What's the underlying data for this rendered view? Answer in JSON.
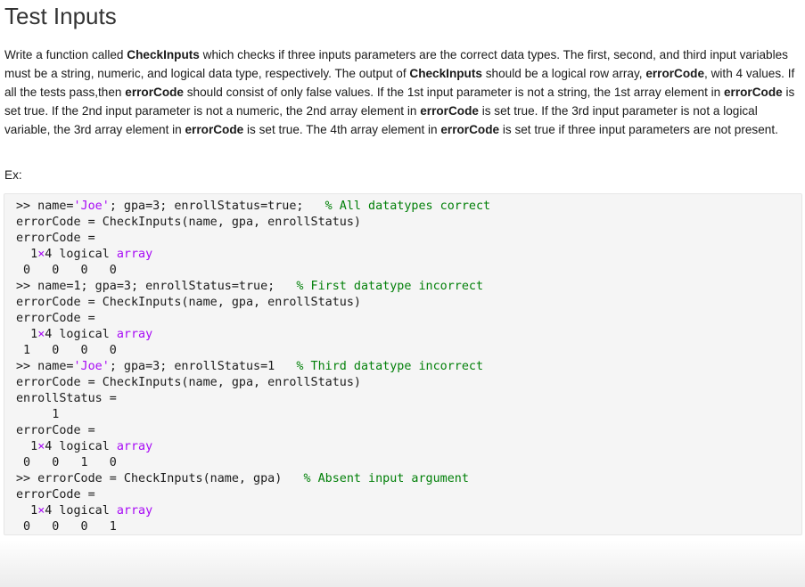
{
  "title": "Test Inputs",
  "description": {
    "p1_a": "Write a function called ",
    "p1_b": "CheckInputs",
    "p1_c": " which checks if three inputs parameters are the correct data types. The first, second, and third input variables must be a string, numeric, and logical data type, respectively.  The output of ",
    "p1_d": "CheckInputs",
    "p1_e": " should be a logical row array, ",
    "p1_f": "errorCode",
    "p1_g": ", with 4 values. If all the tests pass,then ",
    "p1_h": "errorCode",
    "p1_i": " should consist of only false values.  If the 1st input parameter is not a string, the 1st array element in ",
    "p1_j": "errorCode",
    "p1_k": " is set true.  If the 2nd input parameter is not a numeric, the 2nd array element in ",
    "p1_l": "errorCode",
    "p1_m": " is set true. If the 3rd input parameter is not a logical variable, the 3rd array element in ",
    "p1_n": "errorCode",
    "p1_o": " is set true.  The 4th array element in ",
    "p1_p": "errorCode",
    "p1_q": " is set true if three input parameters are not present."
  },
  "ex_label": "Ex:",
  "code": {
    "l1_a": ">> name=",
    "l1_b": "'Joe'",
    "l1_c": "; gpa=3; enrollStatus=true;   ",
    "l1_d": "% All datatypes correct",
    "l2": "errorCode = CheckInputs(name, gpa, enrollStatus)",
    "l3": "errorCode =",
    "l4_a": "  1",
    "l4_x": "×",
    "l4_b": "4 logical ",
    "l4_c": "array",
    "l5": " 0   0   0   0",
    "l6_a": ">> name=1; gpa=3; enrollStatus=true;   ",
    "l6_b": "% First datatype incorrect",
    "l7": "errorCode = CheckInputs(name, gpa, enrollStatus)",
    "l8": "errorCode =",
    "l9_a": "  1",
    "l9_x": "×",
    "l9_b": "4 logical ",
    "l9_c": "array",
    "l10": " 1   0   0   0",
    "l11_a": ">> name=",
    "l11_b": "'Joe'",
    "l11_c": "; gpa=3; enrollStatus=1   ",
    "l11_d": "% Third datatype incorrect",
    "l12": "errorCode = CheckInputs(name, gpa, enrollStatus)",
    "l13": "enrollStatus =",
    "l14": "     1",
    "l15": "errorCode =",
    "l16_a": "  1",
    "l16_x": "×",
    "l16_b": "4 logical ",
    "l16_c": "array",
    "l17": " 0   0   1   0",
    "l18_a": ">> errorCode = CheckInputs(name, gpa)   ",
    "l18_b": "% Absent input argument",
    "l19": "errorCode =",
    "l20_a": "  1",
    "l20_x": "×",
    "l20_b": "4 logical ",
    "l20_c": "array",
    "l21": " 0   0   0   1"
  },
  "colors": {
    "string": "#a709f5",
    "keyword": "#a709f5",
    "comment": "#028009",
    "code_background": "#f5f5f5"
  }
}
